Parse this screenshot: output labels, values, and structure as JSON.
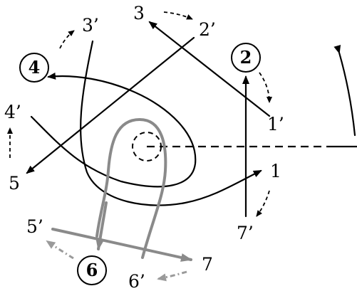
{
  "labels": {
    "l3": "3",
    "l3p": "3’",
    "l2p": "2’",
    "l4p": "4’",
    "l5": "5",
    "l1p": "1’",
    "l1": "1",
    "l7p": "7’",
    "l5p": "5’",
    "l7": "7",
    "l6p": "6’"
  },
  "circled": {
    "c2": "2",
    "c4": "4",
    "c6": "6"
  },
  "colors": {
    "ink": "#000000",
    "grey_strand": "#8a8a8a"
  }
}
